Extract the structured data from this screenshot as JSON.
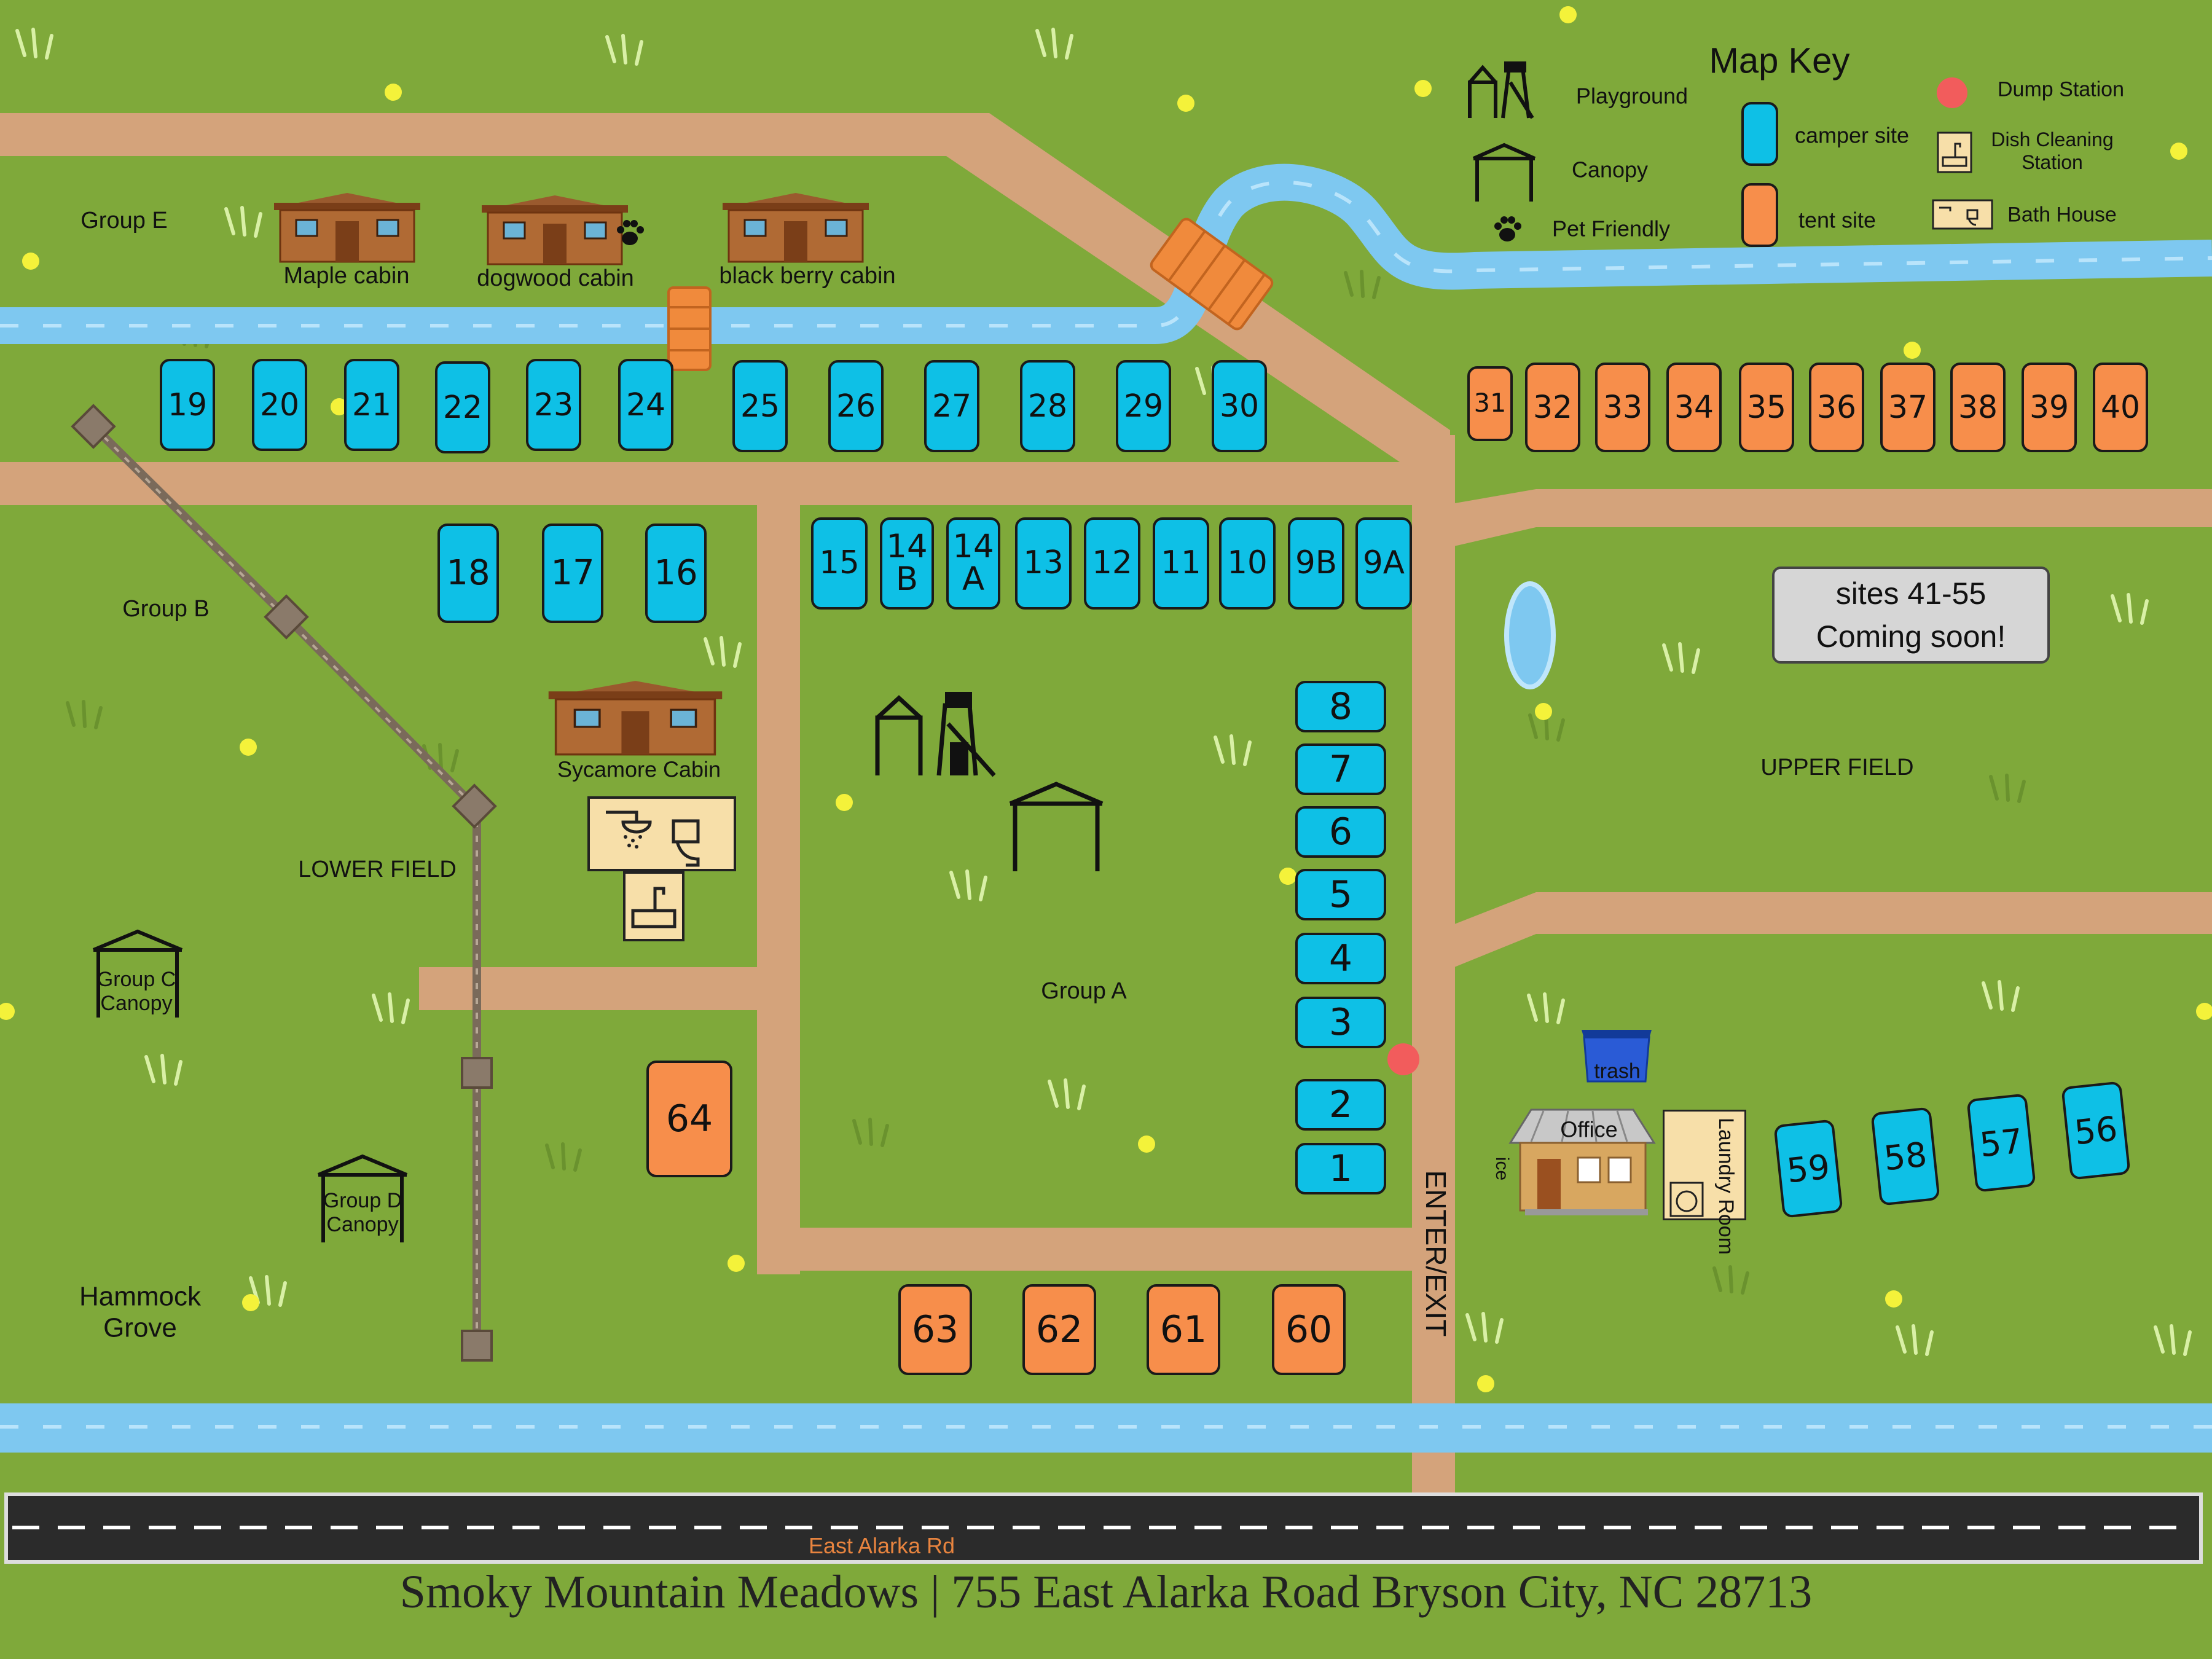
{
  "map_title_footer": "Smoky Mountain Meadows | 755 East Alarka Road Bryson City, NC 28713",
  "road_name": "East Alarka Rd",
  "entrance_label": "ENTER/EXIT",
  "key": {
    "title": "Map Key",
    "playground": "Playground",
    "canopy": "Canopy",
    "pet_friendly": "Pet Friendly",
    "camper_site": "camper site",
    "tent_site": "tent site",
    "dump_station": "Dump Station",
    "dish_cleaning": "Dish Cleaning Station",
    "bath_house": "Bath House"
  },
  "areas": {
    "group_e": "Group E",
    "group_b": "Group B",
    "group_a": "Group A",
    "lower_field": "LOWER FIELD",
    "upper_field": "UPPER FIELD",
    "hammock_grove": "Hammock Grove",
    "group_c_canopy": "Group C Canopy",
    "group_d_canopy": "Group D Canopy"
  },
  "cabins": {
    "maple": "Maple cabin",
    "dogwood": "dogwood cabin",
    "blackberry": "black berry cabin",
    "sycamore": "Sycamore Cabin"
  },
  "facilities": {
    "office": "Office",
    "laundry": "Laundry Room",
    "trash": "trash",
    "ice": "ice"
  },
  "coming_soon": {
    "line1": "sites 41-55",
    "line2": "Coming soon!"
  },
  "colors": {
    "grass": "#7fa93a",
    "path": "#d4a37b",
    "river": "#7ec8f0",
    "camper": "#0ec0e6",
    "tent": "#f78e4b",
    "dump_station": "#f25c5c",
    "road": "#2b2b2b"
  },
  "sites": [
    {
      "id": "s19",
      "label": "19",
      "kind": "camper"
    },
    {
      "id": "s20",
      "label": "20",
      "kind": "camper"
    },
    {
      "id": "s21",
      "label": "21",
      "kind": "camper"
    },
    {
      "id": "s22",
      "label": "22",
      "kind": "camper"
    },
    {
      "id": "s23",
      "label": "23",
      "kind": "camper"
    },
    {
      "id": "s24",
      "label": "24",
      "kind": "camper"
    },
    {
      "id": "s25",
      "label": "25",
      "kind": "camper"
    },
    {
      "id": "s26",
      "label": "26",
      "kind": "camper"
    },
    {
      "id": "s27",
      "label": "27",
      "kind": "camper"
    },
    {
      "id": "s28",
      "label": "28",
      "kind": "camper"
    },
    {
      "id": "s29",
      "label": "29",
      "kind": "camper"
    },
    {
      "id": "s30",
      "label": "30",
      "kind": "camper"
    },
    {
      "id": "s31",
      "label": "31",
      "kind": "tent"
    },
    {
      "id": "s32",
      "label": "32",
      "kind": "tent"
    },
    {
      "id": "s33",
      "label": "33",
      "kind": "tent"
    },
    {
      "id": "s34",
      "label": "34",
      "kind": "tent"
    },
    {
      "id": "s35",
      "label": "35",
      "kind": "tent"
    },
    {
      "id": "s36",
      "label": "36",
      "kind": "tent"
    },
    {
      "id": "s37",
      "label": "37",
      "kind": "tent"
    },
    {
      "id": "s38",
      "label": "38",
      "kind": "tent"
    },
    {
      "id": "s39",
      "label": "39",
      "kind": "tent"
    },
    {
      "id": "s40",
      "label": "40",
      "kind": "tent"
    },
    {
      "id": "s18",
      "label": "18",
      "kind": "camper"
    },
    {
      "id": "s17",
      "label": "17",
      "kind": "camper"
    },
    {
      "id": "s16",
      "label": "16",
      "kind": "camper"
    },
    {
      "id": "s15",
      "label": "15",
      "kind": "camper"
    },
    {
      "id": "s14b",
      "label": "14 B",
      "kind": "camper"
    },
    {
      "id": "s14a",
      "label": "14 A",
      "kind": "camper"
    },
    {
      "id": "s13",
      "label": "13",
      "kind": "camper"
    },
    {
      "id": "s12",
      "label": "12",
      "kind": "camper"
    },
    {
      "id": "s11",
      "label": "11",
      "kind": "camper"
    },
    {
      "id": "s10",
      "label": "10",
      "kind": "camper"
    },
    {
      "id": "s9b",
      "label": "9B",
      "kind": "camper"
    },
    {
      "id": "s9a",
      "label": "9A",
      "kind": "camper"
    },
    {
      "id": "s8",
      "label": "8",
      "kind": "camper"
    },
    {
      "id": "s7",
      "label": "7",
      "kind": "camper"
    },
    {
      "id": "s6",
      "label": "6",
      "kind": "camper"
    },
    {
      "id": "s5",
      "label": "5",
      "kind": "camper"
    },
    {
      "id": "s4",
      "label": "4",
      "kind": "camper"
    },
    {
      "id": "s3",
      "label": "3",
      "kind": "camper"
    },
    {
      "id": "s2",
      "label": "2",
      "kind": "camper"
    },
    {
      "id": "s1",
      "label": "1",
      "kind": "camper"
    },
    {
      "id": "s64",
      "label": "64",
      "kind": "tent"
    },
    {
      "id": "s63",
      "label": "63",
      "kind": "tent"
    },
    {
      "id": "s62",
      "label": "62",
      "kind": "tent"
    },
    {
      "id": "s61",
      "label": "61",
      "kind": "tent"
    },
    {
      "id": "s60",
      "label": "60",
      "kind": "tent"
    },
    {
      "id": "s59",
      "label": "59",
      "kind": "camper"
    },
    {
      "id": "s58",
      "label": "58",
      "kind": "camper"
    },
    {
      "id": "s57",
      "label": "57",
      "kind": "camper"
    },
    {
      "id": "s56",
      "label": "56",
      "kind": "camper"
    }
  ]
}
